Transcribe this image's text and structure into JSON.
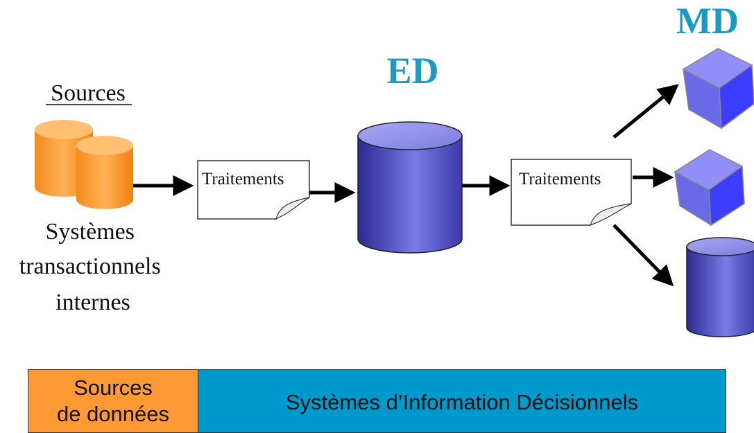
{
  "colors": {
    "heading": "#1a9bc6",
    "sources_db": "#ff9933",
    "warehouse_db": "#6666dd",
    "cube": "#4d4dff",
    "legend_sources": "#ff9933",
    "legend_sid": "#0099cc"
  },
  "sources": {
    "title": "Sources",
    "description_lines": [
      "Systèmes",
      "transactionnels",
      "internes"
    ],
    "icon": "database-stack-icon"
  },
  "processing": [
    {
      "label": "Traitements",
      "icon": "document-icon"
    },
    {
      "label": "Traitements",
      "icon": "document-icon"
    }
  ],
  "warehouse": {
    "label": "ED",
    "icon": "database-cylinder-icon"
  },
  "marts": {
    "label": "MD",
    "items": [
      "cube-icon",
      "cube-icon",
      "database-cylinder-icon"
    ]
  },
  "legend": {
    "sources_lines": [
      "Sources",
      "de données"
    ],
    "sid": "Systèmes d’Information Décisionnels"
  }
}
